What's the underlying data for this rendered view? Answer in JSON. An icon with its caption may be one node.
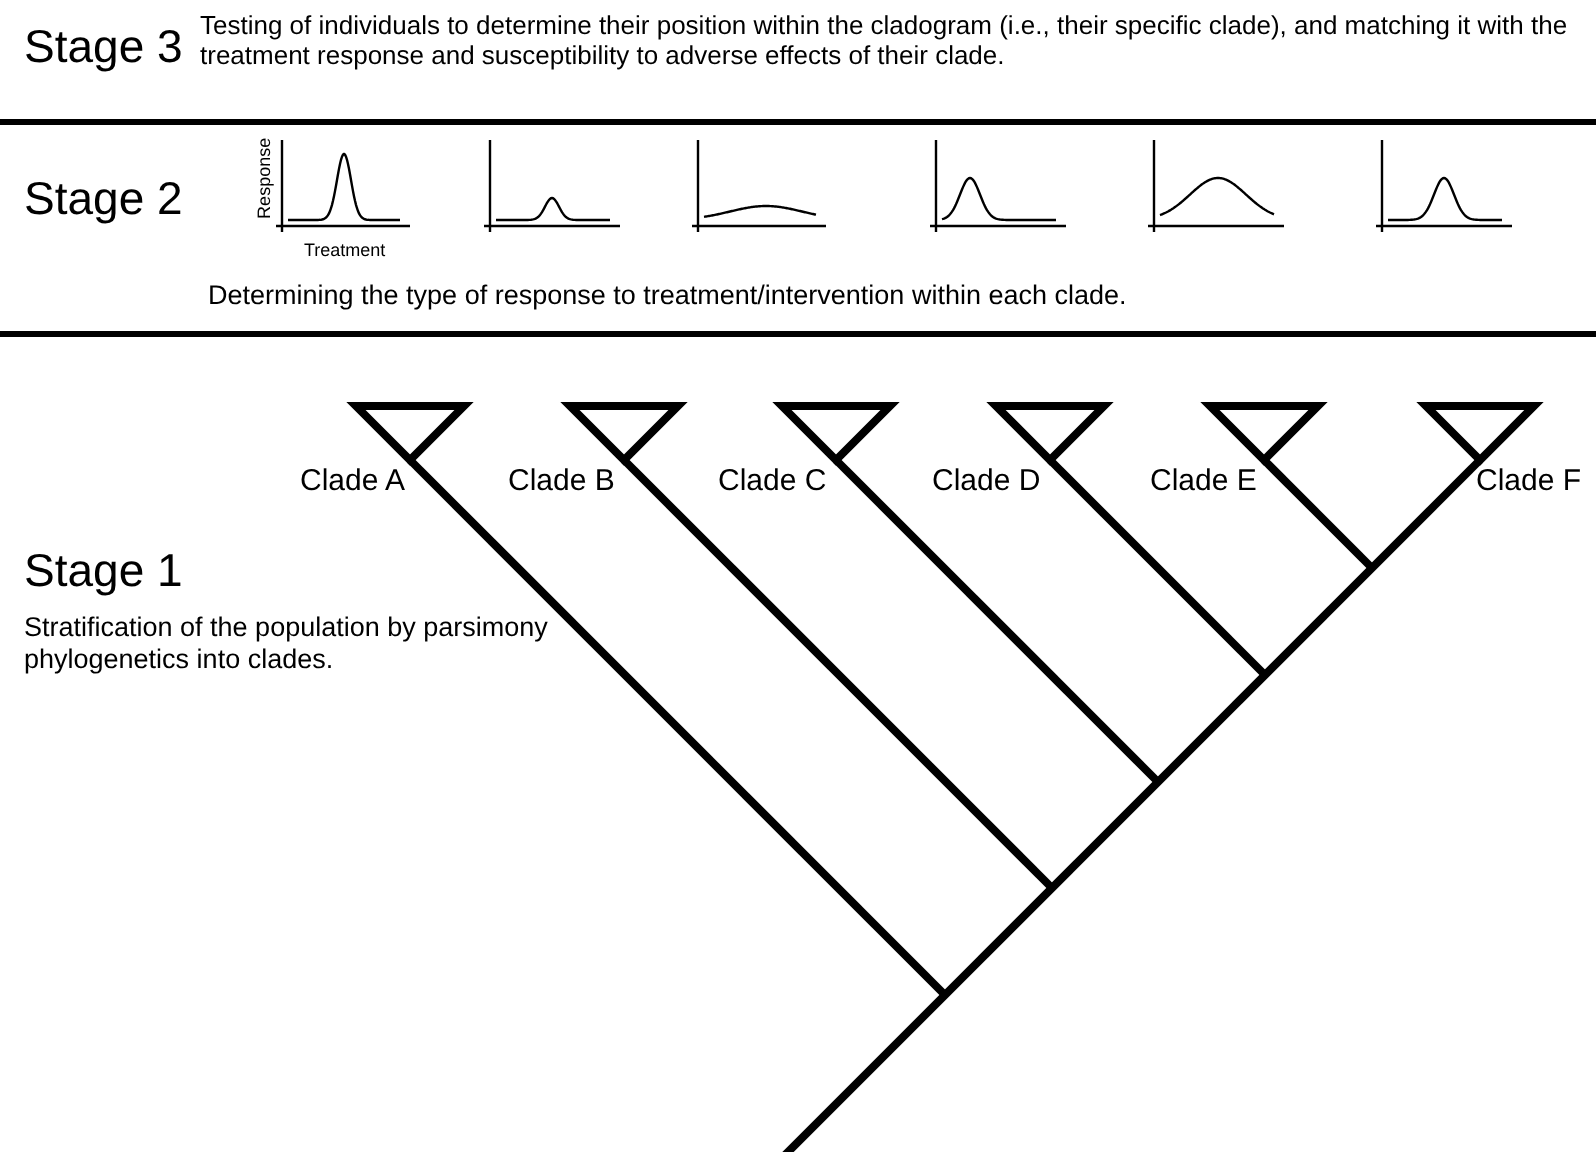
{
  "diagram": {
    "labels": [
      "Stage 3",
      "Testing of individuals to determine their position within the cladogram (i.e., their specific clade), and matching it with the treatment response and susceptibility to adverse effects of their clade.",
      "Stage 2",
      "Response",
      "Treatment",
      "Determining the type of response to treatment/intervention within each clade.",
      "Clade A",
      "Clade B",
      "Clade C",
      "Clade D",
      "Clade E",
      "Clade F",
      "Stage 1",
      "Stratification of the population by parsimony phylogenetics into clades."
    ]
  }
}
